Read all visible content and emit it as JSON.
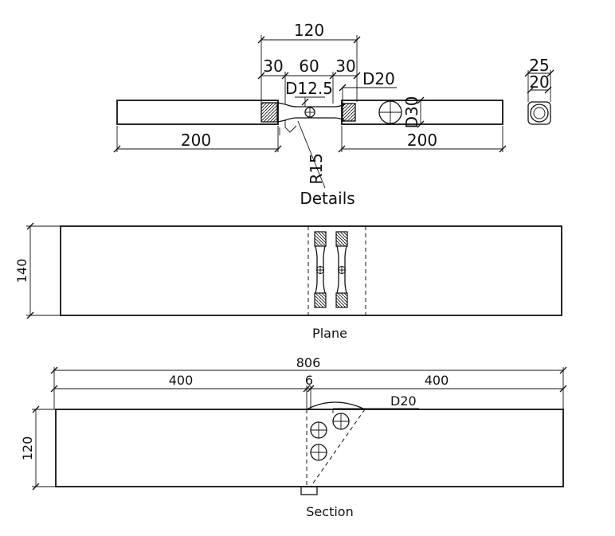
{
  "details": {
    "title": "Details",
    "dims": {
      "total": "120",
      "seg_left": "30",
      "seg_mid": "60",
      "seg_right": "30",
      "bar_dia": "D12.5",
      "thread_dia": "D20",
      "bolt_dia": "D30",
      "left_len": "200",
      "right_len": "200",
      "radius": "R15",
      "end_outer": "25",
      "end_inner": "20"
    }
  },
  "plane": {
    "title": "Plane",
    "dims": {
      "height": "140"
    }
  },
  "section": {
    "title": "Section",
    "dims": {
      "total": "806",
      "left": "400",
      "gap": "6",
      "right": "400",
      "height": "120",
      "dowel_dia": "D20"
    }
  }
}
